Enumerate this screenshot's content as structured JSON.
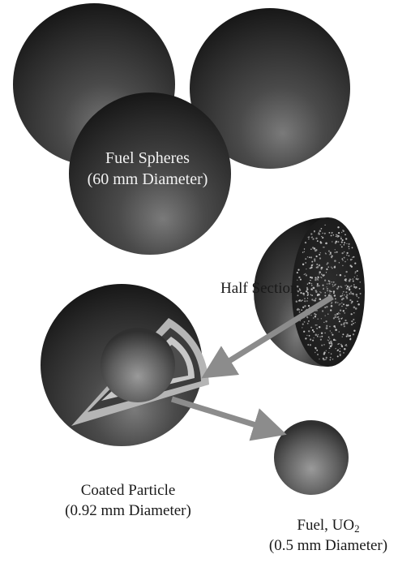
{
  "labels": {
    "fuel_spheres": {
      "line1": "Fuel Spheres",
      "line2": "(60 mm Diameter)"
    },
    "half_section": "Half Section",
    "coated_particle": {
      "line1": "Coated Particle",
      "line2": "(0.92 mm Diameter)"
    },
    "fuel_uo2": {
      "prefix": "Fuel, UO",
      "subscript": "2",
      "line2": "(0.5 mm Diameter)"
    }
  },
  "colors": {
    "sphere": "#3a3a3a",
    "arrow": "#8c8c8c",
    "background": "#ffffff"
  }
}
